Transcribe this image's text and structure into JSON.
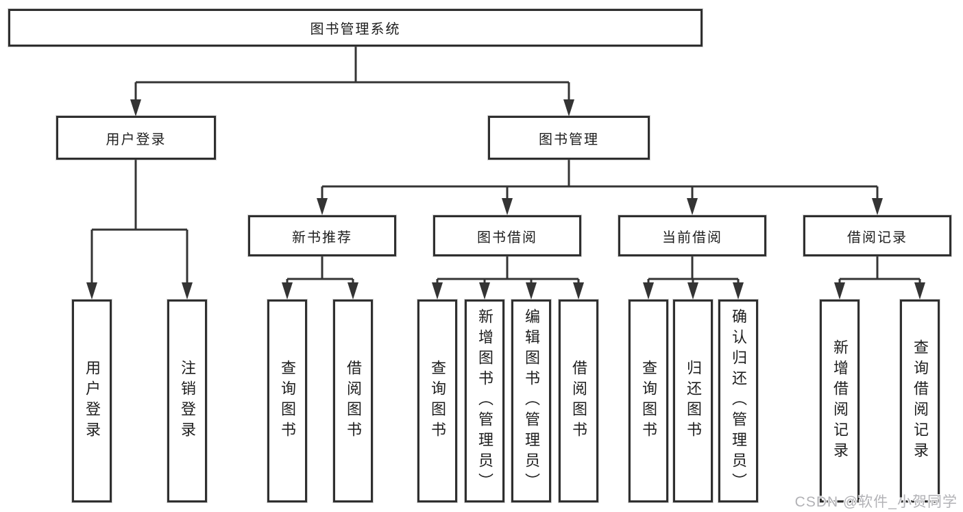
{
  "diagram": {
    "type": "hierarchy-tree",
    "tree": {
      "label": "图书管理系统",
      "children": [
        {
          "label": "用户登录",
          "children": [
            {
              "label": "用户登录"
            },
            {
              "label": "注销登录"
            }
          ]
        },
        {
          "label": "图书管理",
          "children": [
            {
              "label": "新书推荐",
              "children": [
                {
                  "label": "查询图书"
                },
                {
                  "label": "借阅图书"
                }
              ]
            },
            {
              "label": "图书借阅",
              "children": [
                {
                  "label": "查询图书"
                },
                {
                  "label": "新增图书（管理员）"
                },
                {
                  "label": "编辑图书（管理员）"
                },
                {
                  "label": "借阅图书"
                }
              ]
            },
            {
              "label": "当前借阅",
              "children": [
                {
                  "label": "查询图书"
                },
                {
                  "label": "归还图书"
                },
                {
                  "label": "确认归还（管理员）"
                }
              ]
            },
            {
              "label": "借阅记录",
              "children": [
                {
                  "label": "新增借阅记录"
                },
                {
                  "label": "查询借阅记录"
                }
              ]
            }
          ]
        }
      ]
    }
  },
  "watermark": {
    "text": "CSDN @软件_小贺同学"
  },
  "colors": {
    "line": "#343434",
    "box_border": "#2f2f2f",
    "text": "#1e1e1e",
    "watermark": "#b2b2b6",
    "background": "#ffffff"
  }
}
